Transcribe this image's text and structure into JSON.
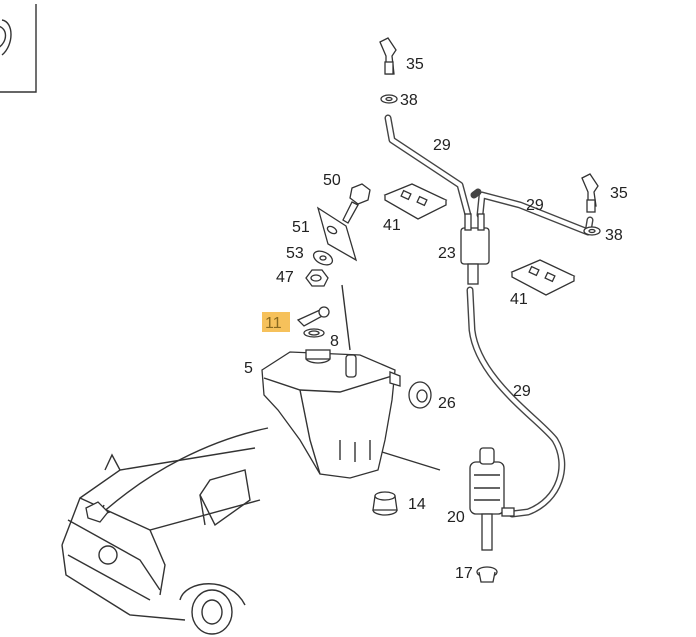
{
  "diagram": {
    "title": "Windshield washer reservoir assembly",
    "highlight_color": "#f4b63e",
    "highlighted_part": "11",
    "labels": {
      "p35a": "35",
      "p38a": "38",
      "p29a": "29",
      "p29b": "29",
      "p35b": "35",
      "p38b": "38",
      "p50": "50",
      "p41a": "41",
      "p51": "51",
      "p53": "53",
      "p47": "47",
      "p23": "23",
      "p41b": "41",
      "p11": "11",
      "p8": "8",
      "p5": "5",
      "p26": "26",
      "p29c": "29",
      "p14": "14",
      "p20": "20",
      "p17": "17"
    }
  }
}
